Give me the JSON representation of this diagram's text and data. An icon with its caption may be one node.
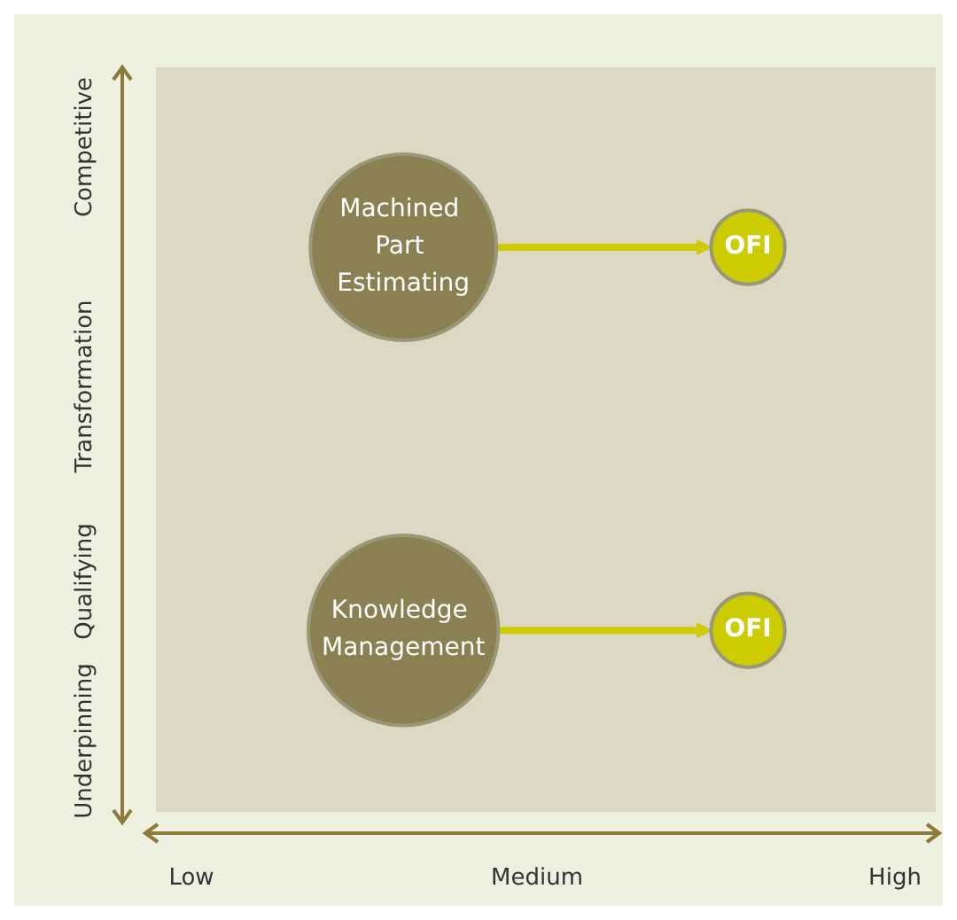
{
  "diagram": {
    "nodes": [
      {
        "text": [
          "Machined Part Estimating"
        ]
      },
      {
        "text": [
          "OFI"
        ]
      },
      {
        "text": [
          "Knowledge Management"
        ]
      },
      {
        "text": [
          "OFI"
        ]
      }
    ],
    "edges": [
      {
        "from": 0,
        "to": 1,
        "arrow": "to"
      },
      {
        "from": 2,
        "to": 3,
        "arrow": "to"
      }
    ],
    "labels": [
      "Competitive",
      "Transformation",
      "Qualifying",
      "Underpinning",
      "Low",
      "Medium",
      "High"
    ]
  }
}
